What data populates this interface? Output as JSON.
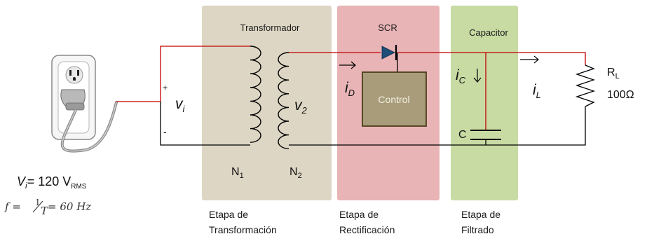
{
  "colors": {
    "transformer_bg": "#ddd6c4",
    "scr_bg": "#e8b4b6",
    "capacitor_bg": "#c8dba3",
    "wire_hot": "#c00000",
    "wire": "#000000",
    "diode": "#1f4e79",
    "control_box_fill": "#a89c7a",
    "control_box_border": "#5c4e1f"
  },
  "sections": {
    "transformer": {
      "title": "Transformador",
      "stage_line1": "Etapa de",
      "stage_line2": "Transformación"
    },
    "scr": {
      "title": "SCR",
      "stage_line1": "Etapa de",
      "stage_line2": "Rectificación"
    },
    "capacitor": {
      "title": "Capacitor",
      "stage_line1": "Etapa de",
      "stage_line2": "Filtrado"
    }
  },
  "source": {
    "plus": "+",
    "minus": "-",
    "vi_symbol": "v",
    "vi_sub": "i",
    "spec_symbol": "V",
    "spec_sub": "i",
    "spec_value": "= 120 V",
    "spec_unit": "RMS",
    "freq_formula": "f = ",
    "freq_num": "1",
    "freq_den": "T",
    "freq_value": " = 60 Hz",
    "outlet_icon": "wall-outlet-with-plug"
  },
  "transformer": {
    "n1": "N",
    "n1_sub": "1",
    "n2": "N",
    "n2_sub": "2",
    "v2_symbol": "v",
    "v2_sub": "2"
  },
  "rectifier": {
    "id_symbol": "i",
    "id_sub": "D",
    "control_label": "Control"
  },
  "filter": {
    "ic_symbol": "i",
    "ic_sub": "C",
    "cap_label": "C"
  },
  "load": {
    "il_symbol": "i",
    "il_sub": "L",
    "rl_symbol": "R",
    "rl_sub": "L",
    "rl_value": "100Ω"
  }
}
